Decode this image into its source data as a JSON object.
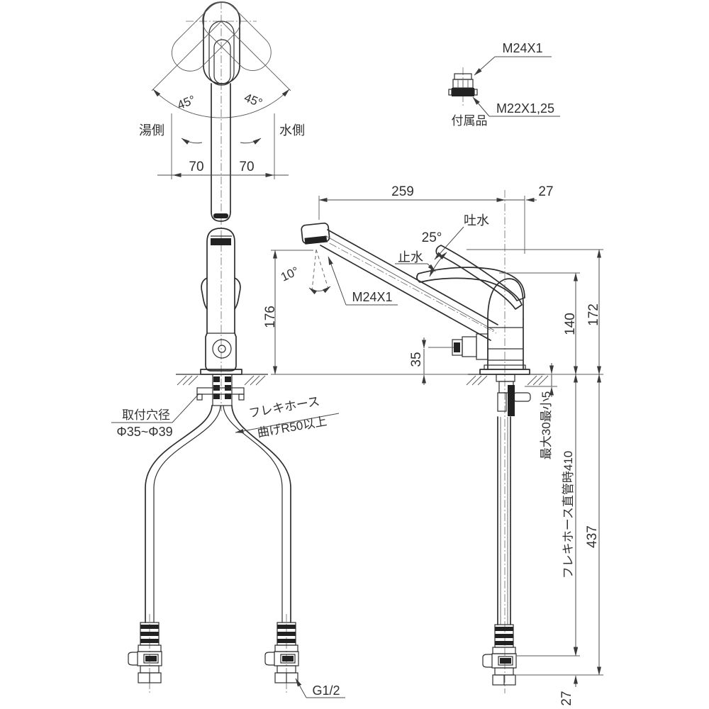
{
  "drawing": {
    "top_view": {
      "angle_left": "45°",
      "angle_right": "45°",
      "hot_side": "湯側",
      "cold_side": "水側",
      "dim_left": "70",
      "dim_right": "70"
    },
    "accessory": {
      "thread_top": "M24X1",
      "thread_bottom": "M22X1,25",
      "label": "付属品"
    },
    "side_view": {
      "dim_reach": "259",
      "dim_rear_offset": "27",
      "lever_angle": "25°",
      "discharge_label": "吐水",
      "shutoff_label": "止水",
      "spout_angle": "10°",
      "spout_thread": "M24X1",
      "dim_spout_height": "176",
      "dim_outlet_height": "35",
      "dim_body_height": "140",
      "dim_total_height": "172",
      "counter_thickness": "最大30最小5",
      "hose_straight_length": "フレキホース直管時410",
      "dim_hose_overall": "437",
      "dim_bottom_offset": "27"
    },
    "front_view": {
      "mount_hole_label": "取付穴径",
      "mount_hole_range": "Φ35~Φ39",
      "hose_label": "フレキホース",
      "hose_bend_note": "曲げR50以上",
      "connection_thread": "G1/2"
    }
  }
}
